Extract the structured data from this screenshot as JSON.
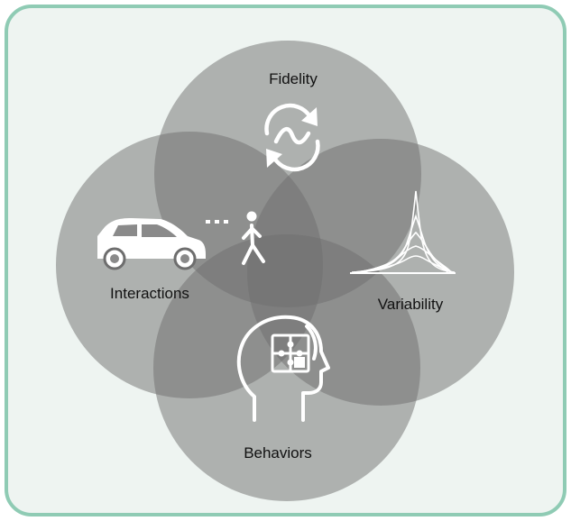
{
  "diagram": {
    "labels": {
      "top": "Fidelity",
      "left": "Interactions",
      "right": "Variability",
      "bottom": "Behaviors"
    },
    "icons": {
      "top": "cycle-arrows-wave-icon",
      "left": "car-icon",
      "left_secondary": "pedestrian-icon",
      "right": "distribution-curves-icon",
      "bottom": "head-puzzle-icon"
    },
    "colors": {
      "panel_border": "#8fcbb4",
      "panel_background": "#eef4f1",
      "circle_fill": "#6e6e6e",
      "icon": "#ffffff",
      "text": "#111111"
    }
  }
}
